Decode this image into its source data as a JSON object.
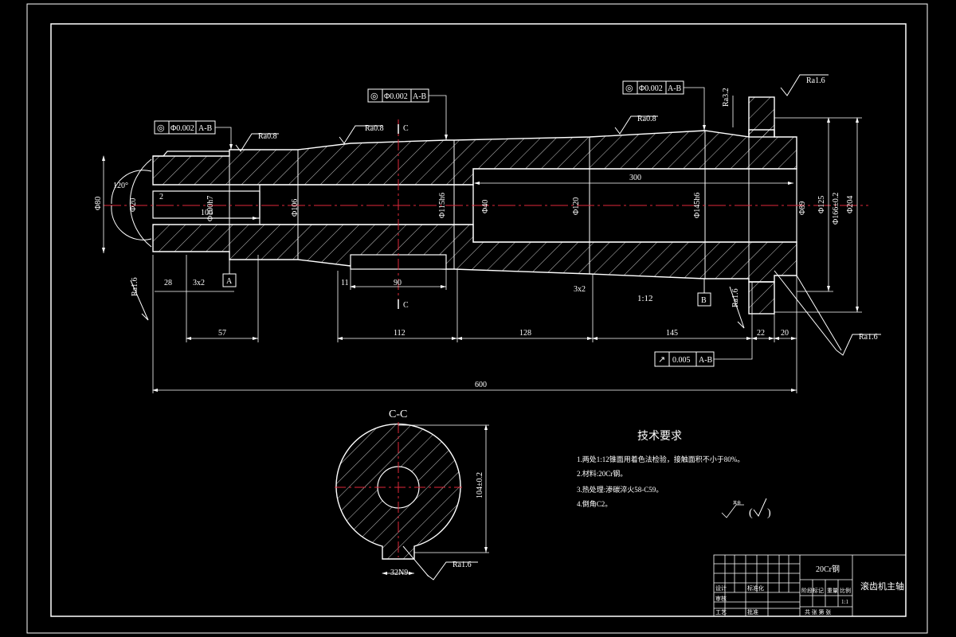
{
  "drawing": {
    "dimensions": {
      "total_length": "600",
      "seg_57": "57",
      "seg_112": "112",
      "seg_128": "128",
      "seg_145": "145",
      "seg_22": "22",
      "seg_20": "20",
      "bore_300": "300",
      "bore_100": "100",
      "key_90": "90",
      "key_11": "11",
      "dim_28": "28",
      "chamfer_left": "3x2",
      "chamfer_mid": "3x2",
      "taper": "1:12",
      "dia_80": "Φ80",
      "dia_20": "Φ20",
      "dia_100": "Φ100h7",
      "dia_106": "Φ106",
      "dia_115": "Φ115h6",
      "dia_40": "Φ40",
      "dia_120": "Φ120",
      "dia_145": "Φ145h6",
      "dia_89": "Φ89",
      "dia_125": "Φ125",
      "dia_166": "Φ166±0.2",
      "dia_204": "Φ204",
      "angle": "120°",
      "depth_2": "2",
      "key_width": "32N9",
      "key_height": "104±0.2"
    },
    "roughness": {
      "r1": "Ra0.8",
      "r2": "Ra0.8",
      "r3": "Ra0.8",
      "r4": "Ra1.6",
      "r5": "Ra1.6",
      "r6": "Ra1.6",
      "r7": "Ra1.6",
      "r8": "Ra3.2",
      "r9": "Ra1.6"
    },
    "tolerance_frames": {
      "t1": {
        "symbol": "◎",
        "value": "Φ0.002",
        "datum": "A-B"
      },
      "t2": {
        "symbol": "◎",
        "value": "Φ0.002",
        "datum": "A-B"
      },
      "t3": {
        "symbol": "◎",
        "value": "Φ0.002",
        "datum": "A-B"
      },
      "t4": {
        "symbol": "↗",
        "value": "0.005",
        "datum": "A-B"
      }
    },
    "datums": {
      "a": "A",
      "b": "B"
    },
    "section_marks": {
      "top": "C",
      "bottom": "C"
    },
    "section_title": "C-C",
    "tech_requirements": {
      "title": "技术要求",
      "items": [
        "1.两处1:12锥面用着色法检验，接触面积不小于80%。",
        "2.材料:20Cr钢。",
        "3.热处理:渗碳淬火58-C59。",
        "4.倒角C2。"
      ],
      "other_roughness": "其余"
    },
    "title_block": {
      "material": "20Cr钢",
      "part_name": "滚齿机主轴",
      "scale": "1:1",
      "design": "设计",
      "review": "审核",
      "process": "工艺",
      "standard": "标准化",
      "approve": "批准",
      "stage": "阶段标记",
      "weight": "重量",
      "ratio": "比例",
      "sheets": "共 张 第 张"
    }
  }
}
